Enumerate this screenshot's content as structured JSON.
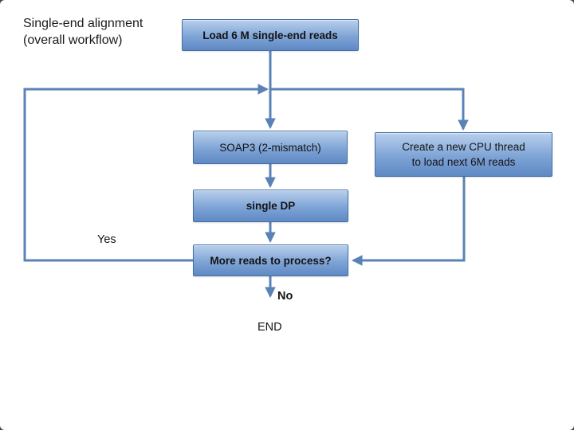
{
  "title": {
    "line1": "Single-end alignment",
    "line2": "(overall workflow)"
  },
  "nodes": {
    "load_reads": {
      "label": "Load 6 M single-end reads"
    },
    "soap3": {
      "label": "SOAP3 (2-mismatch)"
    },
    "create_cpu_thread": {
      "line1": "Create a new CPU thread",
      "line2": "to load next 6M reads"
    },
    "single_dp": {
      "label": "single DP"
    },
    "more_reads": {
      "label": "More reads to process?"
    },
    "end": {
      "label": "END"
    }
  },
  "edge_labels": {
    "yes": "Yes",
    "no": "No"
  },
  "colors": {
    "node_fill_top": "#b9cfec",
    "node_fill_bottom": "#5f89c4",
    "node_border": "#4470a6",
    "connector": "#5b82b6",
    "text": "#141414",
    "background": "#ffffff"
  }
}
